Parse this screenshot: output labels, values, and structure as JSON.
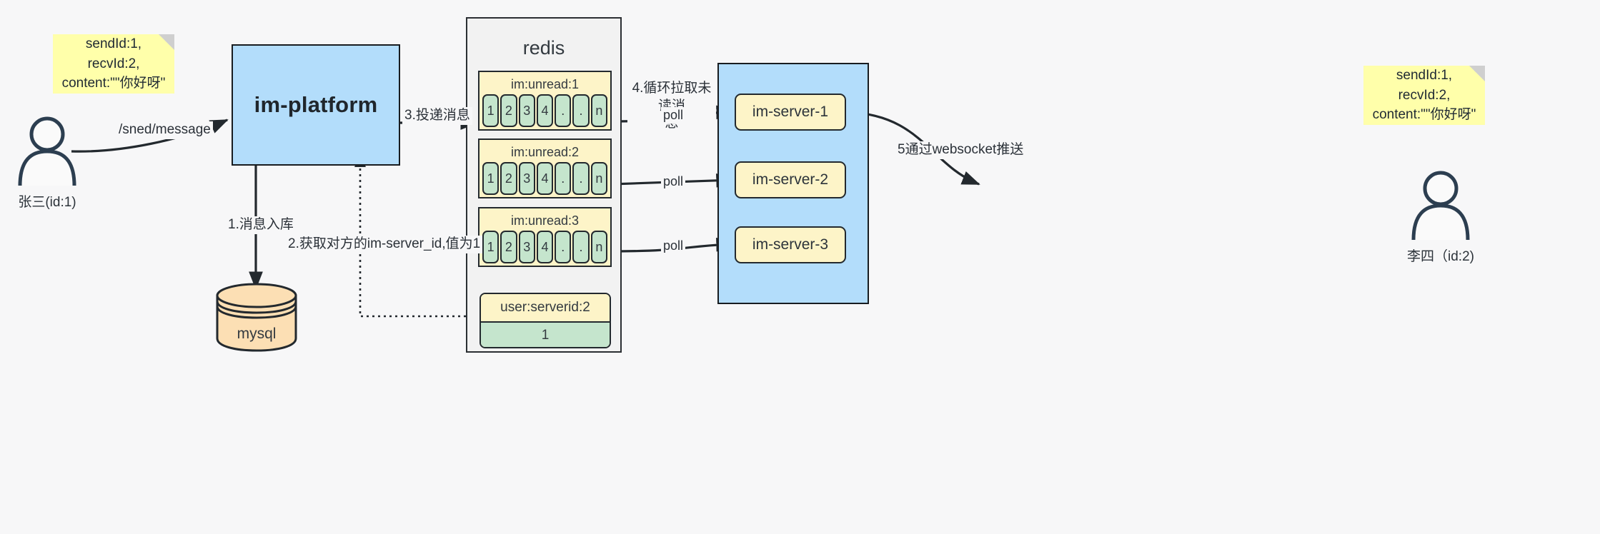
{
  "diagram": {
    "title": "IM message delivery architecture",
    "colors": {
      "background": "#f7f7f8",
      "note_fill": "#ffffaa",
      "blue_fill": "#b3ddfb",
      "redis_fill": "#f2f2f2",
      "key_fill": "#fdf4c8",
      "cell_fill": "#c5e5cd",
      "db_fill": "#fcdfb4",
      "stroke": "#23292e"
    }
  },
  "notes": {
    "left": "sendId:1,\nrecvId:2,\ncontent:\"\"你好呀\"",
    "right": "sendId:1,\nrecvId:2,\ncontent:\"\"你好呀\""
  },
  "actors": {
    "sender": {
      "caption": "张三(id:1)"
    },
    "receiver": {
      "caption": "李四（id:2)"
    }
  },
  "platform": {
    "label": "im-platform"
  },
  "database": {
    "label": "mysql"
  },
  "redis": {
    "title": "redis",
    "lists": [
      {
        "key": "im:unread:1",
        "cells": [
          "1",
          "2",
          "3",
          "4",
          ".",
          ".",
          "n"
        ]
      },
      {
        "key": "im:unread:2",
        "cells": [
          "1",
          "2",
          "3",
          "4",
          ".",
          ".",
          "n"
        ]
      },
      {
        "key": "im:unread:3",
        "cells": [
          "1",
          "2",
          "3",
          "4",
          ".",
          ".",
          "n"
        ]
      }
    ],
    "kv": {
      "key": "user:serverid:2",
      "value": "1"
    }
  },
  "servers": [
    {
      "label": "im-server-1"
    },
    {
      "label": "im-server-2"
    },
    {
      "label": "im-server-3"
    }
  ],
  "edges": {
    "send_message": "/sned/message",
    "step1": "1.消息入库",
    "step2": "2.获取对方的im-server_id,值为1",
    "step3": "3.投递消息",
    "step4": "4.循环拉取未读消\n息",
    "poll1": "poll",
    "poll2": "poll",
    "poll3": "poll",
    "step5": "5通过websocket推送"
  }
}
